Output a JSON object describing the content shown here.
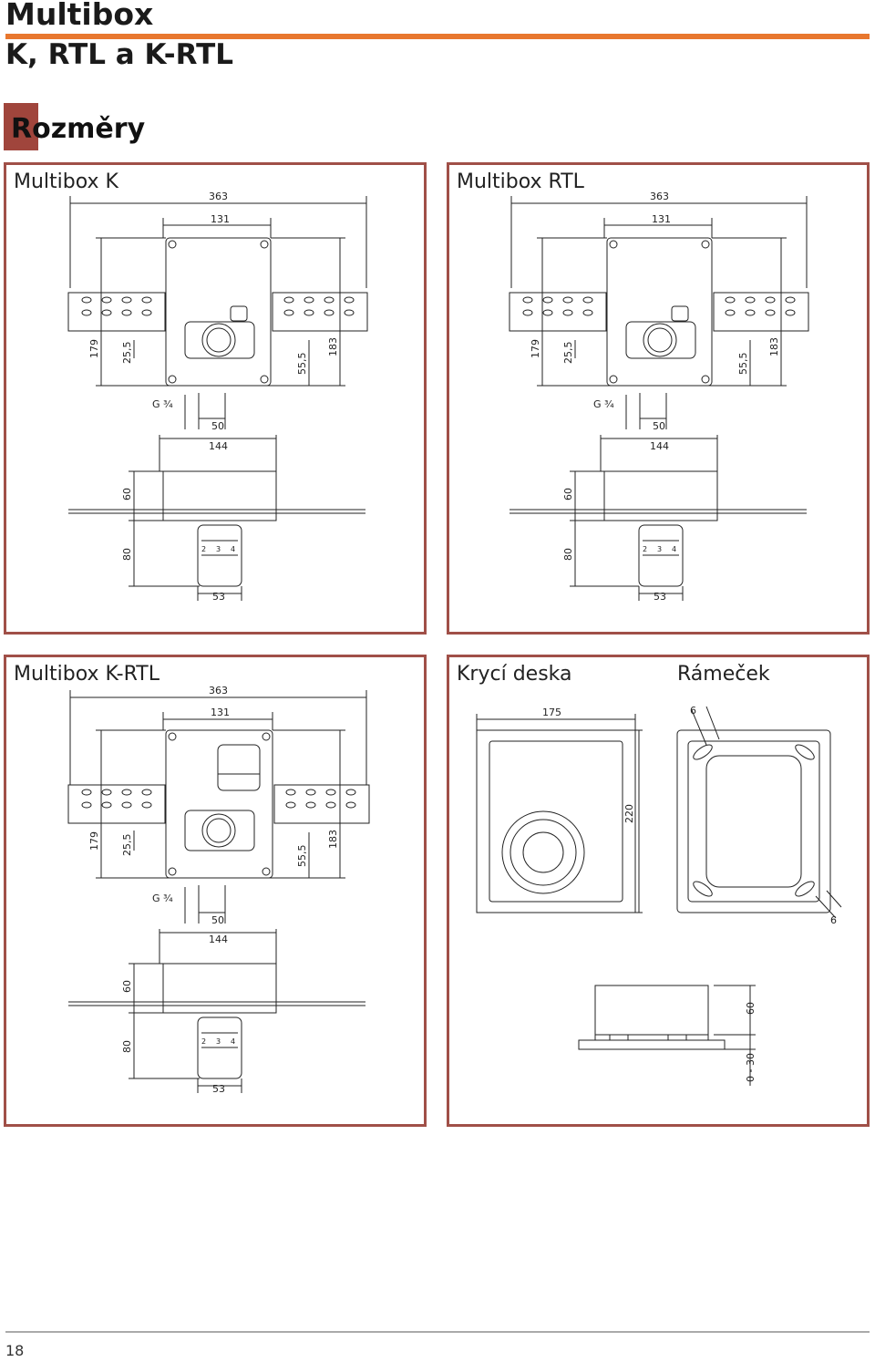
{
  "header": {
    "title_line1": "Multibox",
    "title_line2": "K, RTL a K-RTL",
    "section": "Rozměry",
    "accent_color": "#e8772e",
    "frame_color": "#a05048"
  },
  "panels": {
    "k": {
      "title": "Multibox K",
      "dims": {
        "d363": "363",
        "d131": "131",
        "d179": "179",
        "d25": "25,5",
        "d55": "55,5",
        "d183": "183",
        "g34": "G ³⁄₄",
        "d50": "50",
        "d144": "144",
        "d60": "60",
        "d80": "80",
        "d53": "53"
      },
      "scale": [
        "2",
        "3",
        "4"
      ]
    },
    "rtl": {
      "title": "Multibox RTL",
      "dims": {
        "d363": "363",
        "d131": "131",
        "d179": "179",
        "d25": "25,5",
        "d55": "55,5",
        "d183": "183",
        "g34": "G ³⁄₄",
        "d50": "50",
        "d144": "144",
        "d60": "60",
        "d80": "80",
        "d53": "53"
      },
      "scale": [
        "2",
        "3",
        "4"
      ]
    },
    "krtl": {
      "title": "Multibox K-RTL",
      "dims": {
        "d363": "363",
        "d131": "131",
        "d179": "179",
        "d25": "25,5",
        "d55": "55,5",
        "d183": "183",
        "g34": "G ³⁄₄",
        "d50": "50",
        "d144": "144",
        "d60": "60",
        "d80": "80",
        "d53": "53"
      },
      "scale": [
        "2",
        "3",
        "4"
      ]
    },
    "cover": {
      "title_cover": "Krycí deska",
      "title_frame": "Rámeček",
      "dims": {
        "d175": "175",
        "d220": "220",
        "d6a": "6",
        "d6b": "6",
        "d60": "60",
        "d030": "0 - 30"
      }
    }
  },
  "footer": {
    "page_number": "18"
  }
}
